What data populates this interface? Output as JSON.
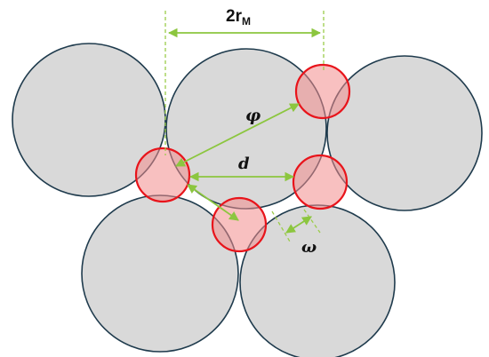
{
  "colors": {
    "particle_fill": "#d9d9d9",
    "particle_stroke": "#1f3b4d",
    "pore_fill": "#f29a9a",
    "pore_stroke": "#e8141b",
    "dimension_line": "#8cc63f"
  },
  "labels": {
    "two_r_main": "2r",
    "two_r_sub": "M",
    "phi": "φ",
    "d": "d",
    "omega": "ω"
  }
}
